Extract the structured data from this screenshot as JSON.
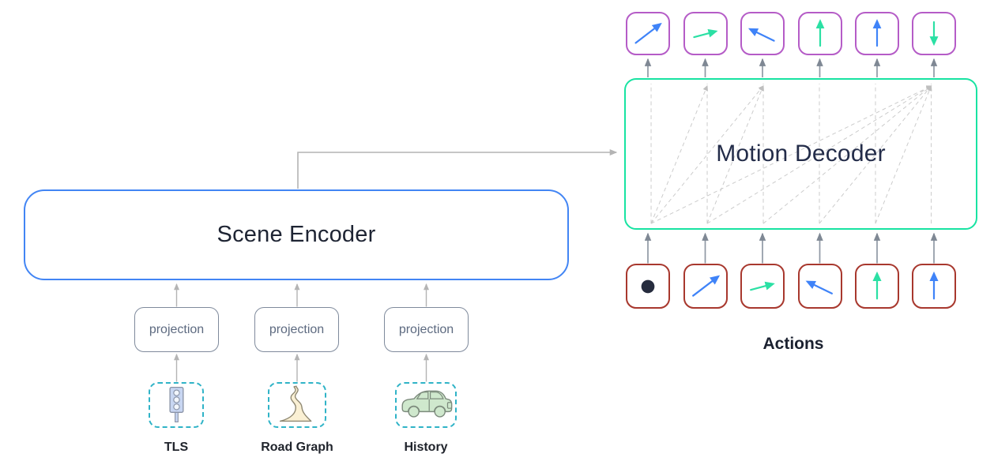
{
  "diagram": {
    "encoder": {
      "title": "Scene Encoder"
    },
    "decoder": {
      "title": "Motion Decoder",
      "attention": {
        "columns": 6,
        "fans": {
          "2": [
            1
          ],
          "3": [
            1,
            2
          ],
          "6": [
            1,
            2,
            3,
            4,
            5
          ]
        }
      }
    },
    "projections": [
      {
        "label": "projection"
      },
      {
        "label": "projection"
      },
      {
        "label": "projection"
      }
    ],
    "inputs": [
      {
        "label": "TLS",
        "icon": "traffic-light"
      },
      {
        "label": "Road Graph",
        "icon": "winding-road"
      },
      {
        "label": "History",
        "icon": "car"
      }
    ],
    "actions_label": "Actions",
    "action_tokens": [
      "start-dot",
      "arrow-up-right-blue",
      "arrow-right-green",
      "arrow-up-left-blue",
      "arrow-up-green",
      "arrow-up-blue"
    ],
    "predicted_tokens": [
      "arrow-up-right-blue",
      "arrow-right-green",
      "arrow-up-left-blue",
      "arrow-up-green",
      "arrow-up-blue",
      "arrow-down-green"
    ],
    "colors": {
      "encoder_border": "#4285f4",
      "decoder_border": "#18e3a2",
      "predicted_border": "#b55cc7",
      "action_border": "#a8382e",
      "arrow_blue": "#3f83f8",
      "arrow_green": "#2be0a4",
      "input_dashed_border": "#2fb3c7",
      "wire_gray": "#b4b4b4",
      "stem_gray": "#8f98a4",
      "attention_dash": "#cbcbcb",
      "title_dark": "#1e2433",
      "decoder_title": "#232c49",
      "projection_text": "#5d6a80",
      "dot_dark": "#262c3e"
    }
  }
}
